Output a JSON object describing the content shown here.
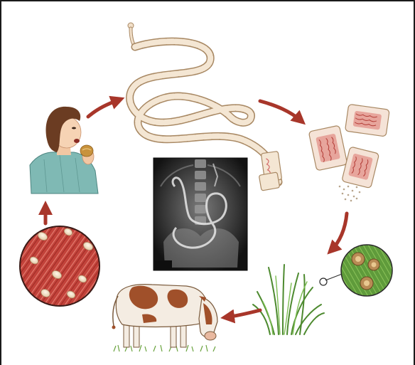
{
  "diagram": {
    "stages": [
      {
        "id": "human-eating",
        "icon": "human-eating-food-icon"
      },
      {
        "id": "adult-tapeworm",
        "icon": "tapeworm-icon"
      },
      {
        "id": "proglottids-with-eggs",
        "icon": "proglottid-segments-icon"
      },
      {
        "id": "eggs-on-grass",
        "icon": "eggs-on-grass-icon"
      },
      {
        "id": "cattle-grazing",
        "icon": "cow-icon"
      },
      {
        "id": "cysts-in-muscle",
        "icon": "muscle-cyst-icon"
      }
    ],
    "center_image": {
      "icon": "abdominal-xray-icon",
      "label": ""
    },
    "arrow_color": "#a8362a"
  }
}
